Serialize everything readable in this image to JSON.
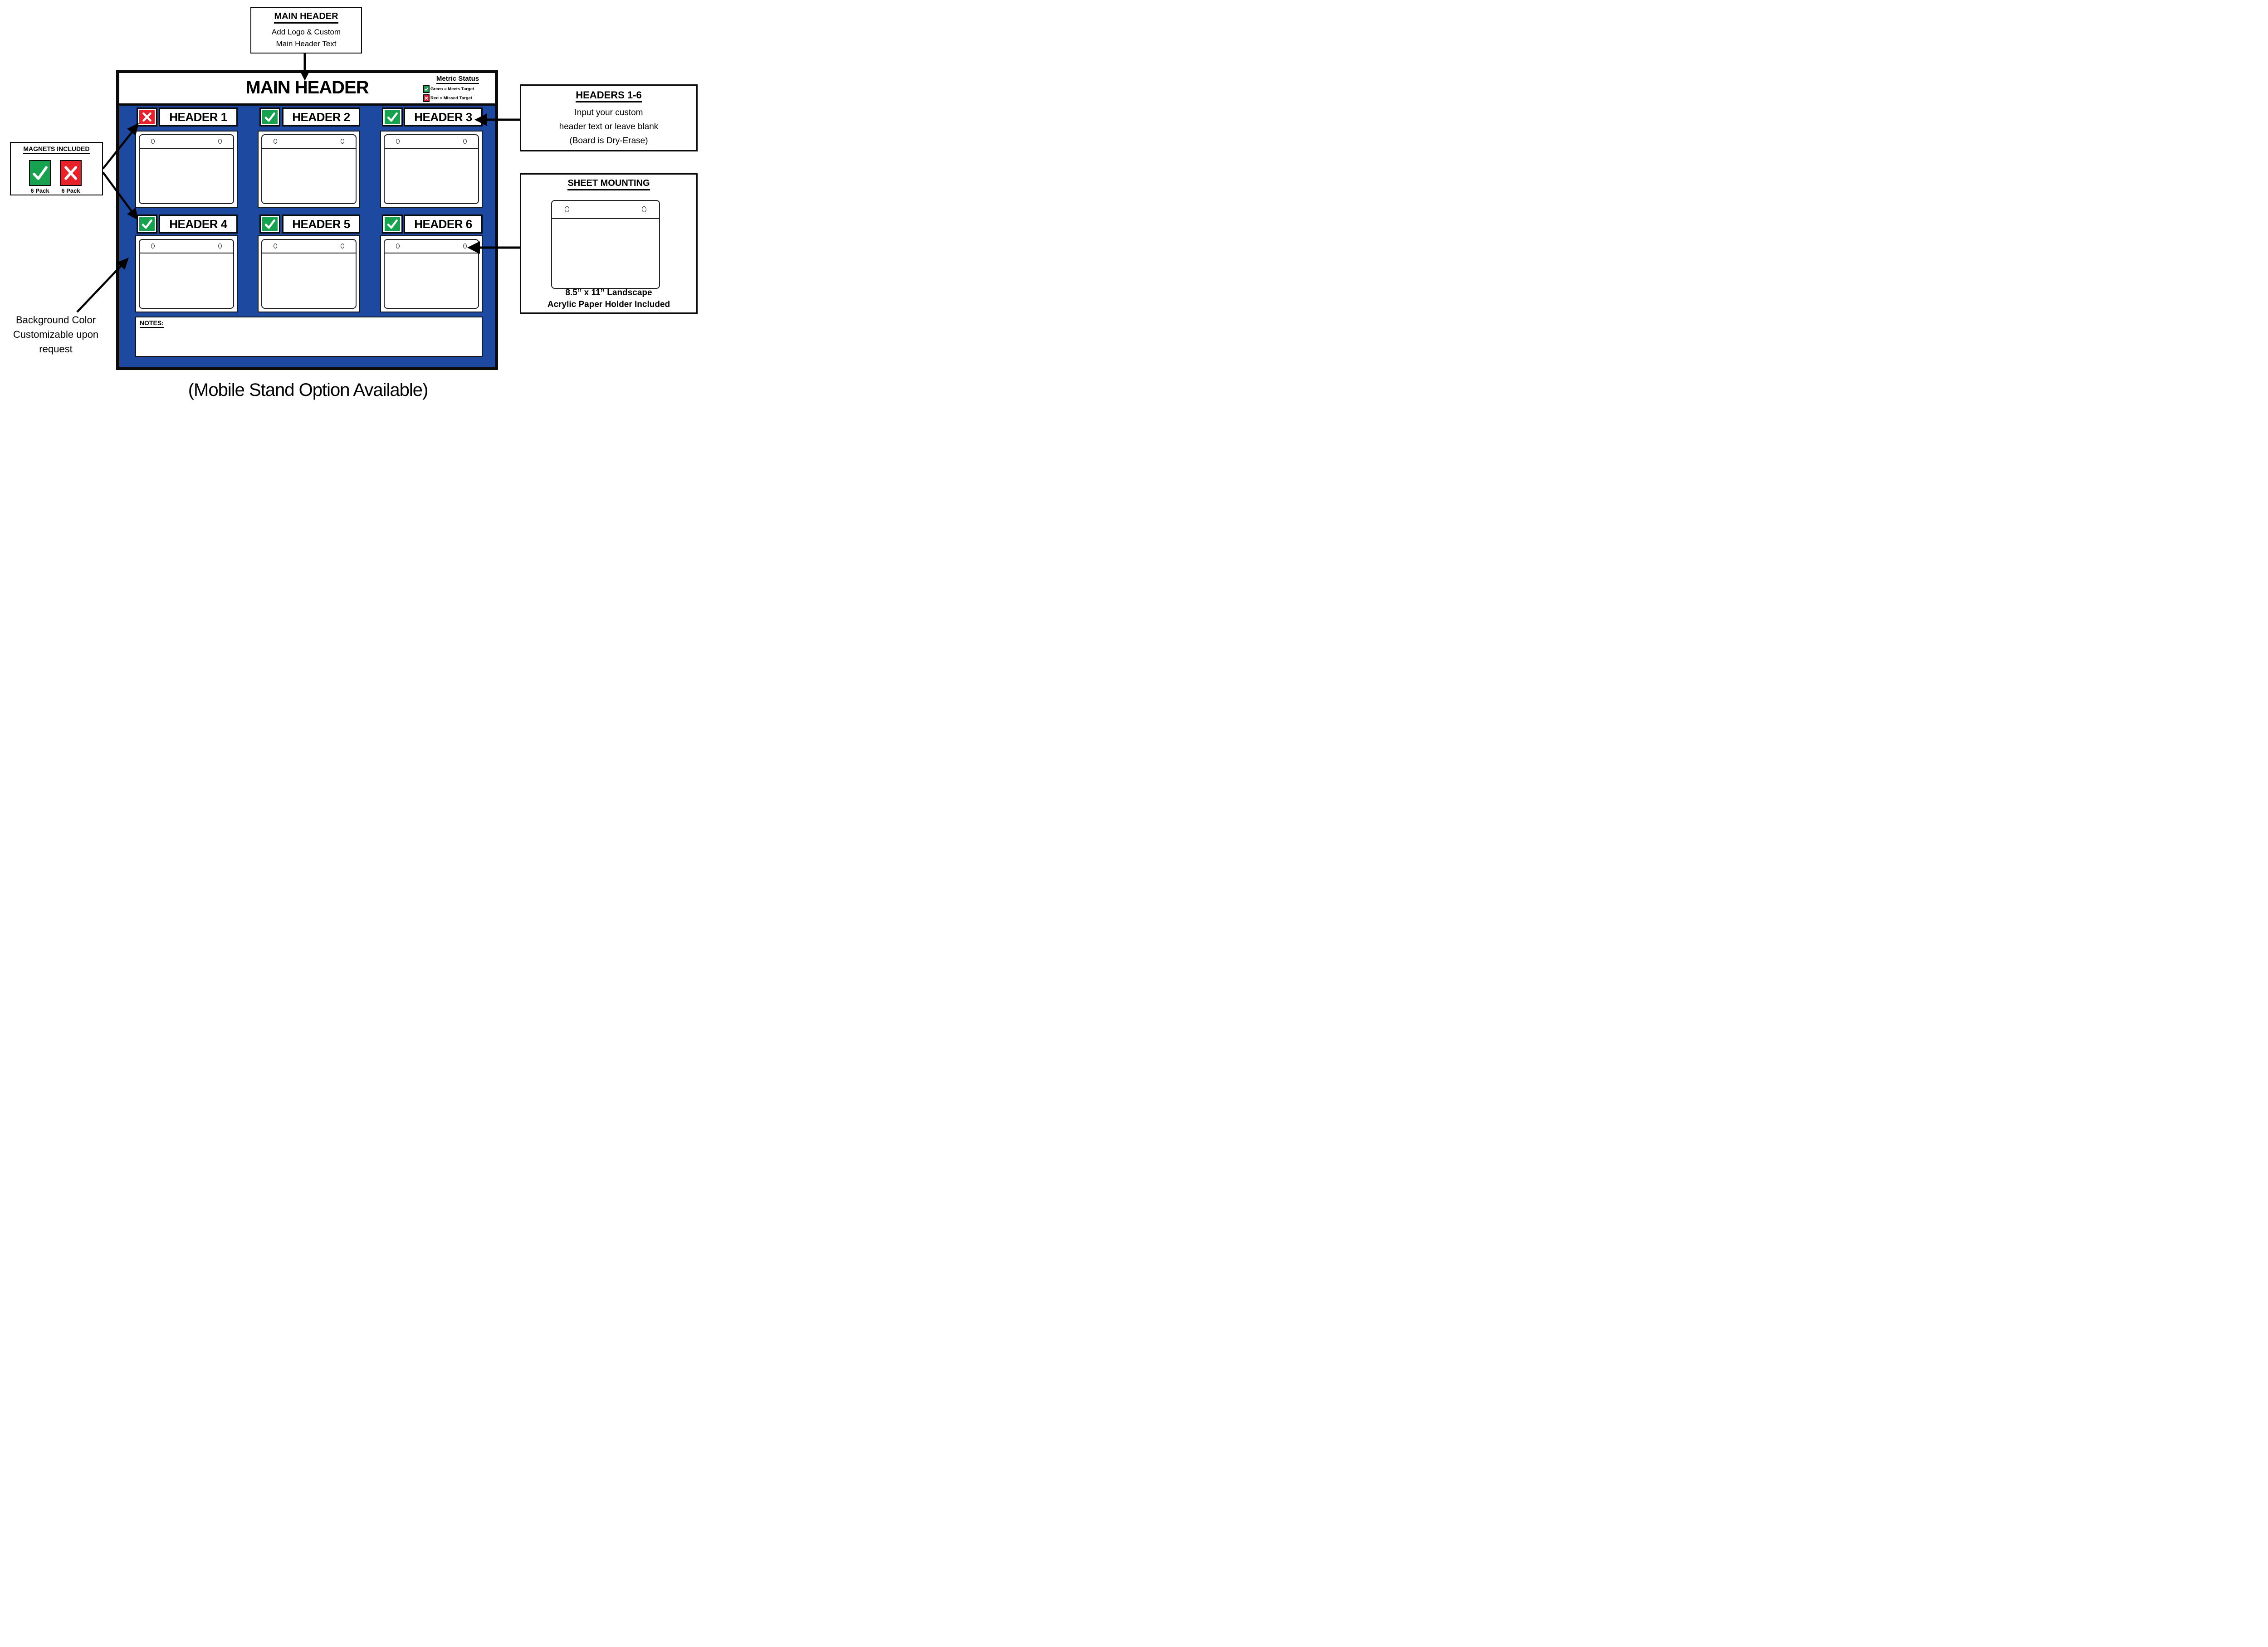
{
  "colors": {
    "blue": "#1D49A0",
    "green": "#16A24F",
    "red": "#E8212B"
  },
  "top_callout": {
    "title": "MAIN HEADER",
    "line1": "Add Logo & Custom",
    "line2": "Main Header Text"
  },
  "board": {
    "main_header": "MAIN HEADER",
    "metric_status": {
      "title": "Metric Status",
      "green_label": "Green = Meets Target",
      "red_label": "Red = Missed Target"
    },
    "sections": [
      {
        "label": "HEADER 1",
        "status": "red"
      },
      {
        "label": "HEADER 2",
        "status": "green"
      },
      {
        "label": "HEADER 3",
        "status": "green"
      },
      {
        "label": "HEADER 4",
        "status": "green"
      },
      {
        "label": "HEADER 5",
        "status": "green"
      },
      {
        "label": "HEADER 6",
        "status": "green"
      }
    ],
    "notes_label": "NOTES:"
  },
  "magnets_callout": {
    "title": "MAGNETS INCLUDED",
    "green_pack_label": "6 Pack",
    "red_pack_label": "6 Pack"
  },
  "headers_callout": {
    "title": "HEADERS 1-6",
    "line1": "Input your custom",
    "line2": "header text or leave blank",
    "line3": "(Board is Dry-Erase)"
  },
  "sheet_callout": {
    "title": "SHEET MOUNTING",
    "line1": "8.5” x 11” Landscape",
    "line2": "Acrylic Paper Holder Included"
  },
  "background_note": {
    "line1": "Background Color",
    "line2": "Customizable upon",
    "line3": "request"
  },
  "caption": "(Mobile Stand Option Available)"
}
